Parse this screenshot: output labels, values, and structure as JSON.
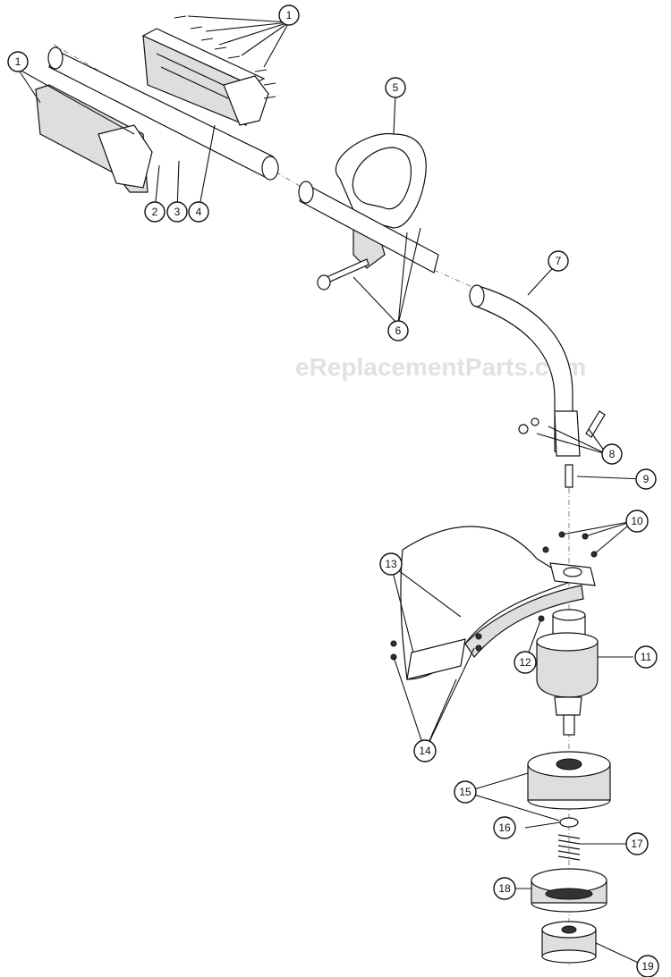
{
  "watermark": "eReplacementParts.com",
  "callouts": [
    {
      "id": "c1a",
      "label": "1"
    },
    {
      "id": "c1b",
      "label": "1"
    },
    {
      "id": "c2",
      "label": "2"
    },
    {
      "id": "c3",
      "label": "3"
    },
    {
      "id": "c4",
      "label": "4"
    },
    {
      "id": "c5",
      "label": "5"
    },
    {
      "id": "c6",
      "label": "6"
    },
    {
      "id": "c7",
      "label": "7"
    },
    {
      "id": "c8",
      "label": "8"
    },
    {
      "id": "c9",
      "label": "9"
    },
    {
      "id": "c10",
      "label": "10"
    },
    {
      "id": "c11",
      "label": "11"
    },
    {
      "id": "c12",
      "label": "12"
    },
    {
      "id": "c13",
      "label": "13"
    },
    {
      "id": "c14",
      "label": "14"
    },
    {
      "id": "c15",
      "label": "15"
    },
    {
      "id": "c16",
      "label": "16"
    },
    {
      "id": "c17",
      "label": "17"
    },
    {
      "id": "c18",
      "label": "18"
    },
    {
      "id": "c19",
      "label": "19"
    }
  ]
}
